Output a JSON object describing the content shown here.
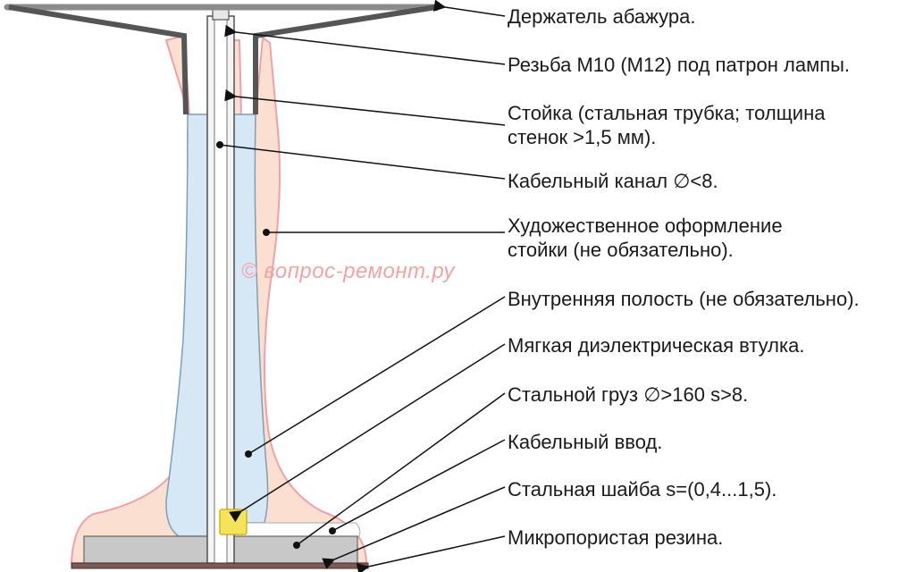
{
  "labels": [
    "Держатель абажура.",
    "Резьба М10 (М12) под патрон лампы.",
    "Стойка (стальная трубка; толщина",
    "стенок >1,5 мм).",
    "Кабельный канал ∅<8.",
    "Художественное оформление",
    "стойки (не обязательно).",
    "Внутренняя полость (не обязательно).",
    "Мягкая диэлектрическая втулка.",
    "Стальной груз ∅>160 s>8.",
    "Кабельный ввод.",
    "Стальная шайба s=(0,4...1,5).",
    "Микропористая резина."
  ],
  "watermark": "© вопрос-ремонт.ру",
  "colors": {
    "decor_fill": "#fbe0d2",
    "decor_stroke": "#f0a0a8",
    "cavity_fill": "#d6e8f5",
    "cavity_stroke": "#7d9fb8",
    "weight_fill": "#c8c8c8",
    "holder_fill": "#707070",
    "sleeve_fill": "#f5e35a",
    "base_fill": "#7b5a58",
    "leader": "#111111"
  }
}
